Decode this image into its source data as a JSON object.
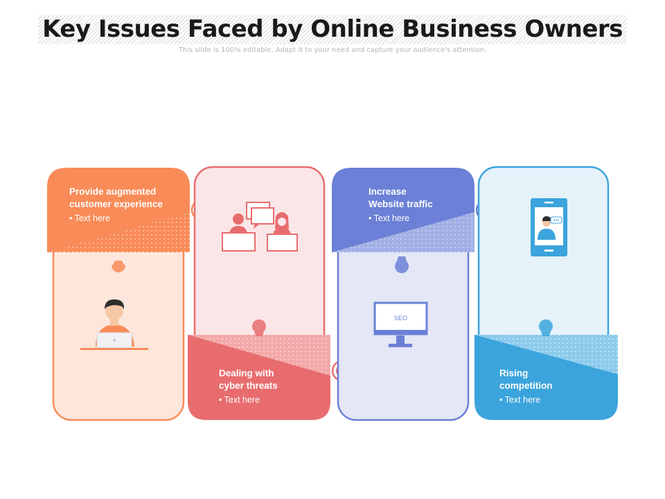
{
  "title": "Key Issues Faced by Online Business Owners",
  "subtitle": "This slide is 100% editable. Adapt it to your need and capture your audience's attention.",
  "colors": {
    "orange": "#F98B58",
    "orange_light": "#FDE6DB",
    "red": "#E86C6E",
    "red_light": "#FBE6E7",
    "blue": "#6B80D6",
    "blue_light": "#E3E7F6",
    "sky": "#3BA4DC",
    "sky_light": "#E5F2FA"
  },
  "cards": [
    {
      "heading_line1": "Provide augmented",
      "heading_line2": "customer experience",
      "bullet": "• Text here",
      "icon": "person-at-laptop-icon"
    },
    {
      "heading_line1": "Dealing with",
      "heading_line2": "cyber threats",
      "bullet": "• Text here",
      "icon": "video-chat-people-icon"
    },
    {
      "heading_line1": "Increase",
      "heading_line2": "Website traffic",
      "bullet": "• Text here",
      "icon": "seo-monitor-icon",
      "monitor_text": "SEO"
    },
    {
      "heading_line1": "Rising",
      "heading_line2": "competition",
      "bullet": "• Text here",
      "icon": "mobile-video-call-icon"
    }
  ]
}
